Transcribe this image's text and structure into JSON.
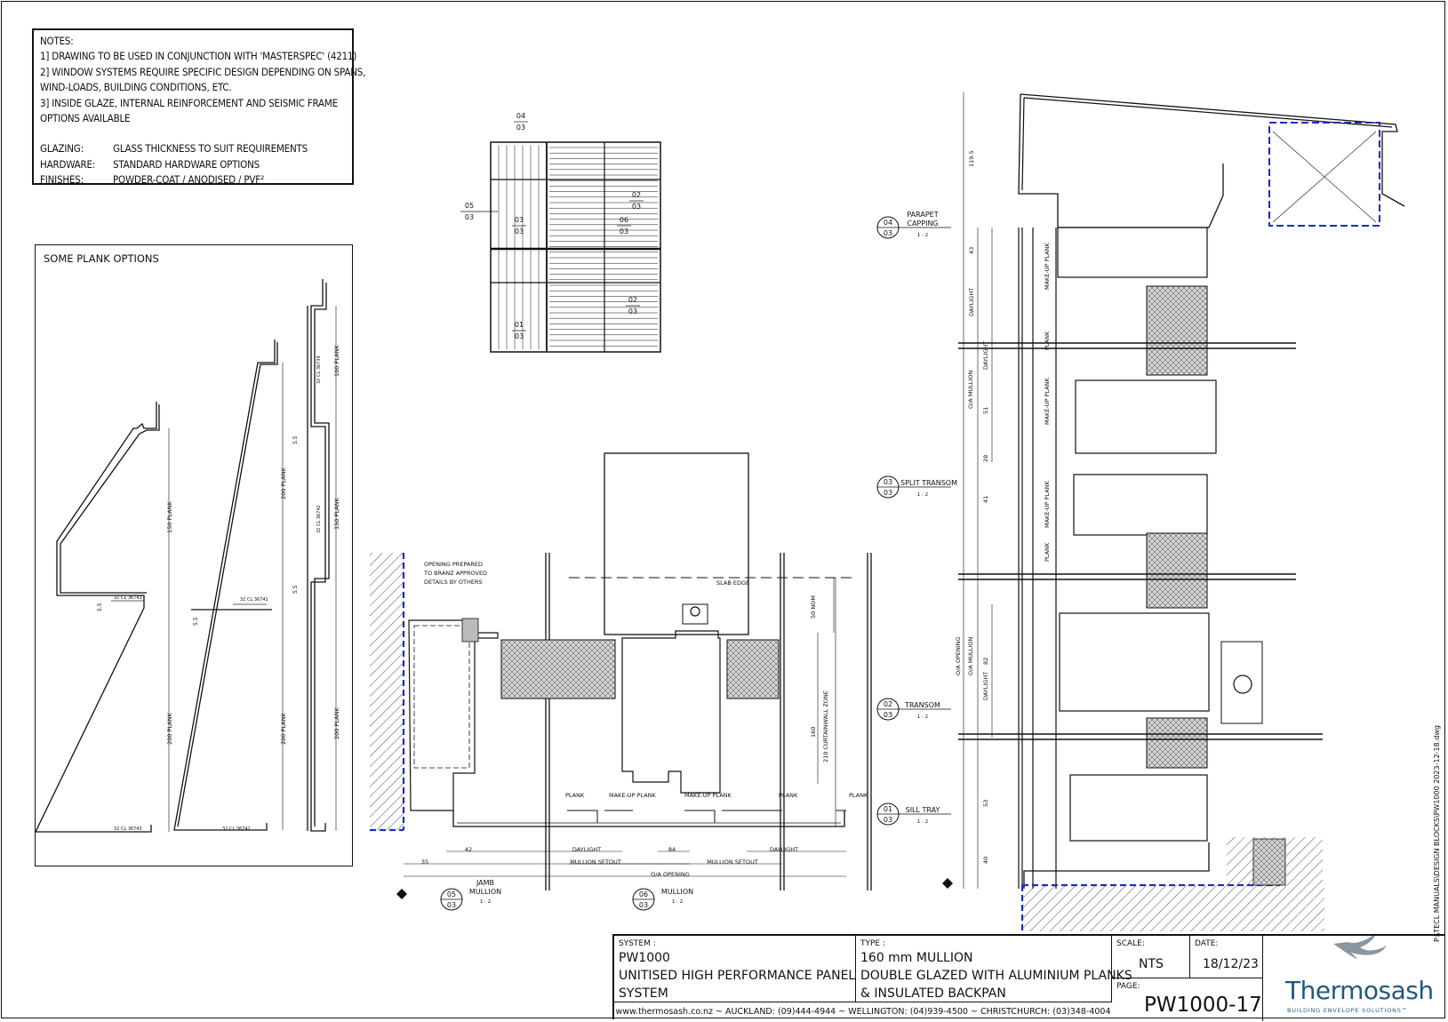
{
  "notes": {
    "heading": "NOTES:",
    "lines": [
      "1] DRAWING TO BE USED IN CONJUNCTION WITH 'MASTERSPEC' (4211)",
      "2] WINDOW SYSTEMS REQUIRE SPECIFIC DESIGN DEPENDING ON SPANS,",
      "WIND-LOADS, BUILDING CONDITIONS, ETC.",
      "3] INSIDE GLAZE, INTERNAL REINFORCEMENT AND SEISMIC FRAME",
      "OPTIONS AVAILABLE"
    ],
    "specs": [
      {
        "key": "GLAZING:",
        "value": "GLASS THICKNESS TO SUIT REQUIREMENTS"
      },
      {
        "key": "HARDWARE:",
        "value": "STANDARD HARDWARE OPTIONS"
      },
      {
        "key": "FINISHES:",
        "value": "POWDER-COAT / ANODISED / PVF²"
      }
    ]
  },
  "plank_options": {
    "title": "SOME PLANK OPTIONS",
    "labels": [
      "150 PLANK",
      "200 PLANK",
      "200 PLANK",
      "200 PLANK",
      "100 PLANK",
      "150 PLANK",
      "200 PLANK",
      "32 CL 36743",
      "32 CL 36743",
      "32 CL 36742",
      "32 CL 36741",
      "32 CL 36739",
      "32 CL 36742",
      "5.5",
      "5.5",
      "5.5",
      "5.5"
    ]
  },
  "elevation_key": {
    "tags": [
      {
        "top": "04",
        "bottom": "03"
      },
      {
        "top": "05",
        "bottom": "03"
      },
      {
        "top": "03",
        "bottom": "03"
      },
      {
        "top": "06",
        "bottom": "03"
      },
      {
        "top": "02",
        "bottom": "03"
      },
      {
        "top": "02",
        "bottom": "03"
      },
      {
        "top": "01",
        "bottom": "03"
      }
    ]
  },
  "plan_section": {
    "note_lines": [
      "OPENING PREPARED",
      "TO BRANZ APPROVED",
      "DETAILS BY OTHERS"
    ],
    "slab_edge": "SLAB EDGE",
    "labels": [
      "PLANK",
      "MAKE-UP PLANK",
      "MAKE-UP PLANK",
      "PLANK",
      "PLANK"
    ],
    "dims": [
      "42",
      "DAYLIGHT",
      "84",
      "DAYLIGHT",
      "35",
      "MULLION SETOUT",
      "MULLION SETOUT",
      "O/A OPENING",
      "50 NOM",
      "160",
      "210 CURTAINWALL ZONE"
    ],
    "callouts": [
      {
        "top": "05",
        "bottom": "03",
        "name_lines": [
          "JAMB",
          "MULLION"
        ],
        "scale": "1 : 2"
      },
      {
        "top": "06",
        "bottom": "03",
        "name_lines": [
          "MULLION"
        ],
        "scale": "1 : 2"
      }
    ]
  },
  "vertical_section": {
    "callouts": [
      {
        "top": "04",
        "bottom": "03",
        "name_lines": [
          "PARAPET",
          "CAPPING"
        ],
        "scale": "1 : 2"
      },
      {
        "top": "03",
        "bottom": "03",
        "name_lines": [
          "SPLIT TRANSOM"
        ],
        "scale": "1 : 2"
      },
      {
        "top": "02",
        "bottom": "03",
        "name_lines": [
          "TRANSOM"
        ],
        "scale": "1 : 2"
      },
      {
        "top": "01",
        "bottom": "03",
        "name_lines": [
          "SILL TRAY"
        ],
        "scale": "1 : 2"
      }
    ],
    "dims": [
      "119.5",
      "43",
      "DAYLIGHT",
      "DAYLIGHT",
      "51",
      "28",
      "41",
      "82",
      "DAYLIGHT",
      "53",
      "40",
      "O/A MULLION",
      "O/A OPENING",
      "O/A MULLION"
    ],
    "labels": [
      "MAKE-UP PLANK",
      "PLANK",
      "MAKE-UP PLANK",
      "MAKE-UP PLANK",
      "PLANK"
    ]
  },
  "title_block": {
    "system_label": "SYSTEM :",
    "system_lines": [
      "PW1000",
      "UNITISED HIGH PERFORMANCE PANEL",
      "SYSTEM"
    ],
    "type_label": "TYPE :",
    "type_lines": [
      "160 mm MULLION",
      "DOUBLE GLAZED WITH ALUMINIUM PLANKS",
      "& INSULATED BACKPAN"
    ],
    "scale_label": "SCALE:",
    "scale_value": "NTS",
    "date_label": "DATE:",
    "date_value": "18/12/23",
    "page_label": "PAGE:",
    "page_value": "PW1000-17",
    "footer": "www.thermosash.co.nz  ~  AUCKLAND: (09)444-4944  ~  WELLINGTON: (04)939-4500  ~  CHRISTCHURCH: (03)348-4004",
    "logo_text": "Thermosash",
    "logo_tagline": "BUILDING ENVELOPE SOLUTIONS™",
    "brand_color": "#1f5a7a"
  },
  "file_path": "P:\\TECL MANUALS\\DESIGN BLOCKS\\PW1000 2023-12-18.dwg"
}
